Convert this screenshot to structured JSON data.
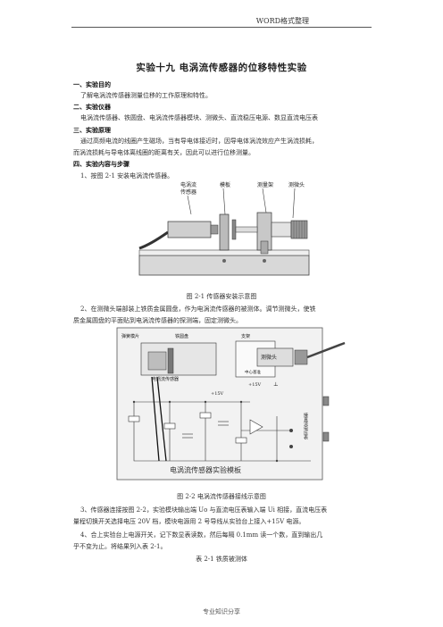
{
  "header": {
    "text": "WORD格式整理"
  },
  "title": "实验十九    电涡流传感器的位移特性实验",
  "sections": {
    "s1": "一、实验目的",
    "s1_body": "了解电涡流传感器测量位移的工作原理和特性。",
    "s2": "二、实验仪器",
    "s2_body": "电涡流传感器、铁圆盘、电涡流传感器模块、测微头、直流稳压电源、数显直流电压表",
    "s3": "三、实验原理",
    "s3_body1": "通过高频电流的线圈产生磁场，当有导电体接近时，因导电体涡流效应产生涡流损耗，",
    "s3_body2": "而涡流损耗与导电体离线圈的距离有关，因此可以进行位移测量。",
    "s4": "四、实验内容与步骤",
    "step1": "1、按图 2-1 安装电涡流传感器。",
    "step2a": "2、在测微头端部装上铁质金属圆盘，作为电涡流传感器的被测体。调节测微头，使铁",
    "step2b": "质金属圆盘的平面贴到电涡流传感器的探测端，固定测微头。",
    "step3a": "3、传感器连接按图 2-2，实验模块输出端 Uo 与直流电压表输入端 Ui 相接，直流电压表",
    "step3b": "量程切换开关选择电压 20V 档，模块电源用 2 号导线从实验台上接入+15V 电源。",
    "step4a": "4、合上实验台上电源开关，记下数显表读数，然后每隔 0.1mm 读一个数，直到输出几",
    "step4b": "乎不变为止。将结果列入表 2-1。"
  },
  "figure1": {
    "labels": {
      "sensor_line1": "电涡流",
      "sensor_line2": "传感器",
      "mount": "模板",
      "bracket": "测量架",
      "micrometer": "测微头"
    },
    "caption": "图 2-1 传感器安装示意图"
  },
  "figure2": {
    "labels": {
      "spring_board": "弹簧模片",
      "disk": "铁圆盘",
      "sensor_coil": "电涡流传感器",
      "bracket": "支架",
      "micrometer": "测微头",
      "center": "中心基准",
      "power": "+15V",
      "power2": "+15V",
      "gnd": "⊥",
      "module_title": "电涡流传感器实验模板",
      "right_col": "接直流电压表"
    },
    "caption": "图 2-2  电涡流传感器接线示意图"
  },
  "table_title": "表 2-1    铁质被测体",
  "footer": "专业知识分享",
  "colors": {
    "text": "#222222",
    "rule": "#555555",
    "board_bg": "#f2f2f2"
  }
}
